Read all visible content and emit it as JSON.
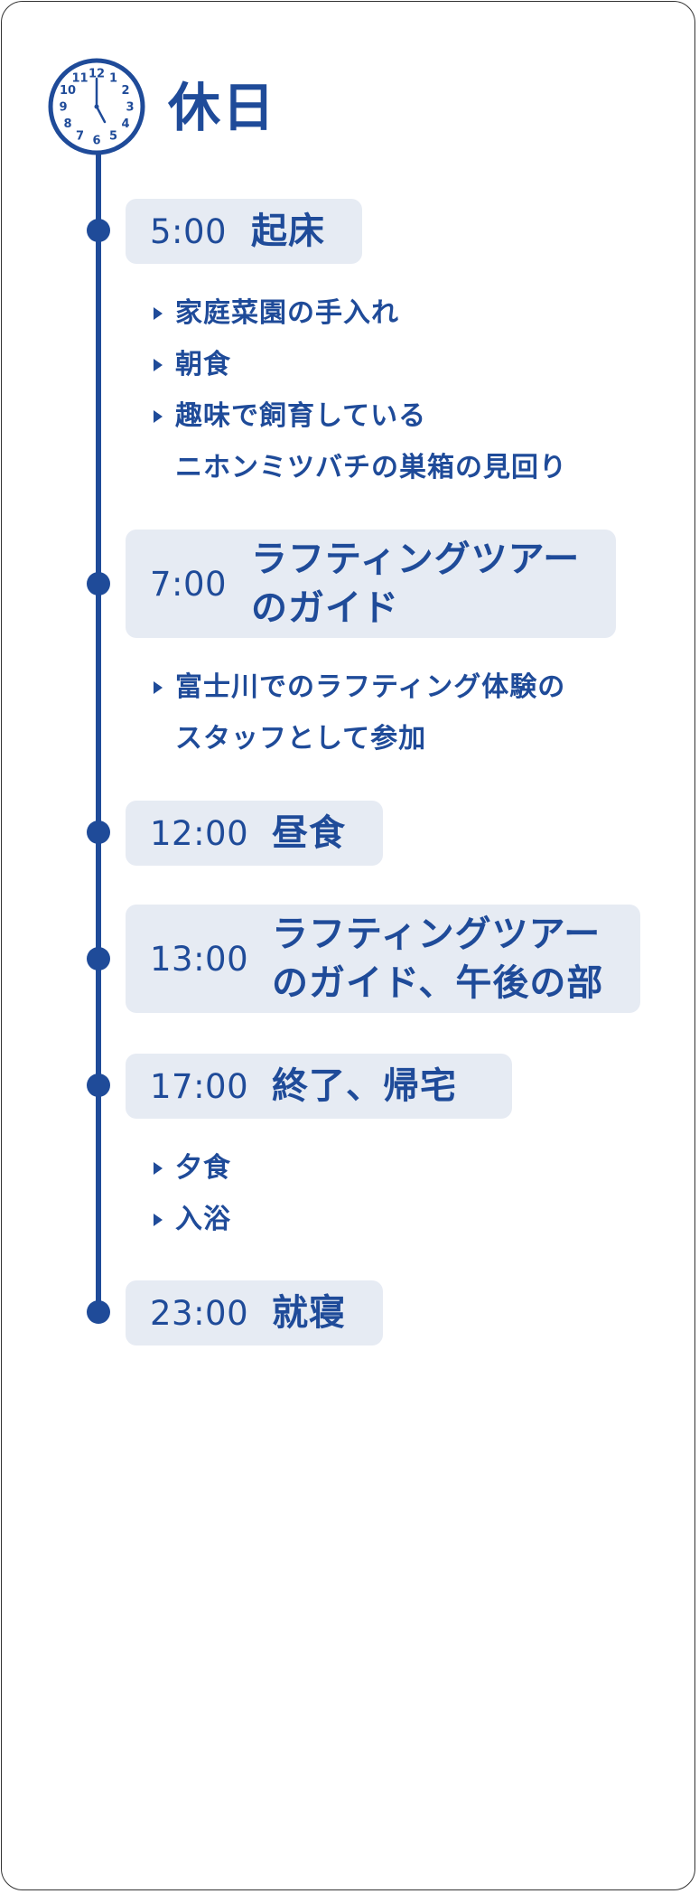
{
  "header": {
    "title": "休日",
    "clock": {
      "icon": "clock-icon",
      "numbers": [
        "12",
        "1",
        "2",
        "3",
        "4",
        "5",
        "6",
        "7",
        "8",
        "9",
        "10",
        "11"
      ],
      "time_shown": "5:00"
    }
  },
  "colors": {
    "accent": "#1f4b99",
    "box_background": "#e6ebf3",
    "border": "#333333"
  },
  "schedule": [
    {
      "time": "5:00",
      "event_lines": [
        "起床"
      ],
      "items": [
        {
          "lines": [
            "家庭菜園の手入れ"
          ]
        },
        {
          "lines": [
            "朝食"
          ]
        },
        {
          "lines": [
            "趣味で飼育している",
            "ニホンミツバチの巣箱の見回り"
          ]
        }
      ]
    },
    {
      "time": "7:00",
      "event_lines": [
        "ラフティングツアー",
        "のガイド"
      ],
      "items": [
        {
          "lines": [
            "富士川でのラフティング体験の",
            "スタッフとして参加"
          ]
        }
      ]
    },
    {
      "time": "12:00",
      "event_lines": [
        "昼食"
      ],
      "items": []
    },
    {
      "time": "13:00",
      "event_lines": [
        "ラフティングツアー",
        "のガイド、午後の部"
      ],
      "items": []
    },
    {
      "time": "17:00",
      "event_lines": [
        "終了、帰宅"
      ],
      "items": [
        {
          "lines": [
            "夕食"
          ]
        },
        {
          "lines": [
            "入浴"
          ]
        }
      ]
    },
    {
      "time": "23:00",
      "event_lines": [
        "就寝"
      ],
      "items": []
    }
  ]
}
